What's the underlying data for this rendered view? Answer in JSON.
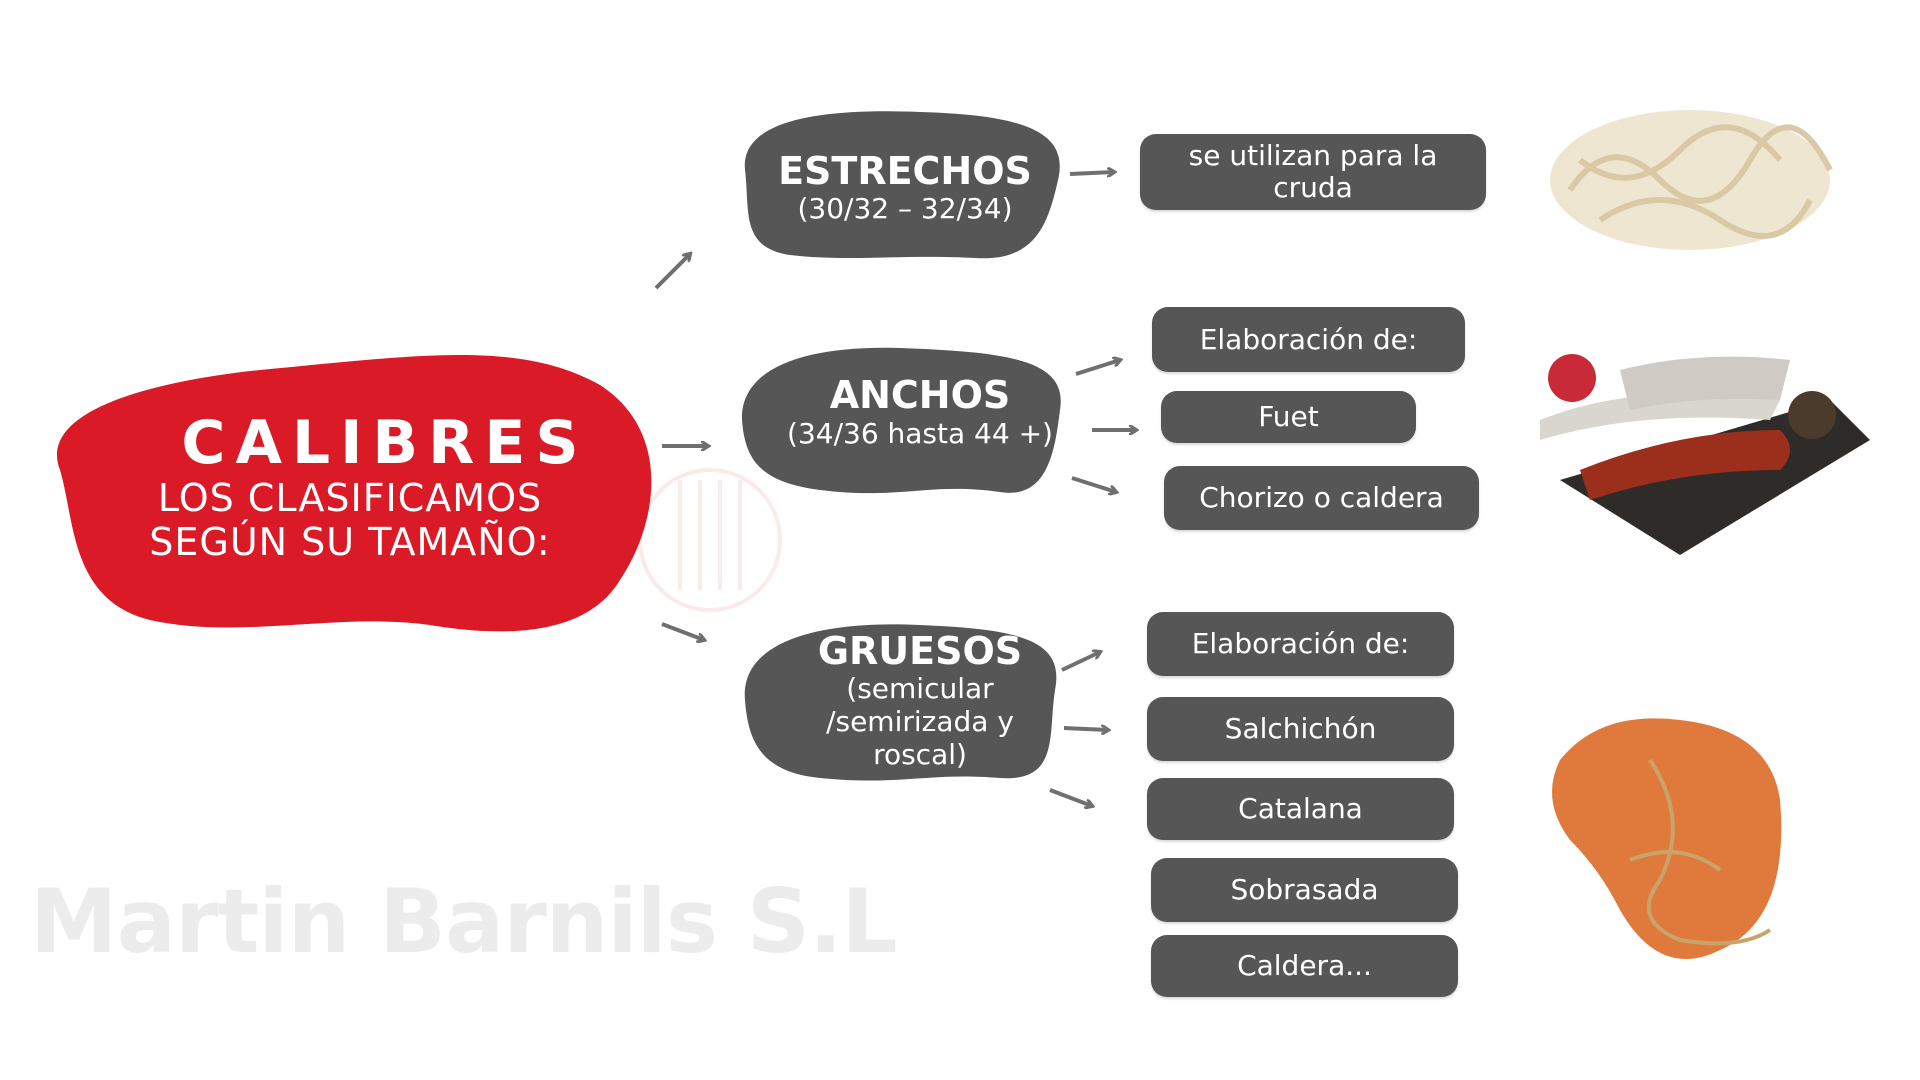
{
  "watermark": "Martin Barnils S.L",
  "main": {
    "title": "CALIBRES",
    "subtitle_line1": "LOS CLASIFICAMOS",
    "subtitle_line2": "SEGÚN SU TAMAÑO:",
    "color": "#db1a28"
  },
  "categories": [
    {
      "name": "ESTRECHOS",
      "detail": "(30/32 – 32/34)",
      "items": [
        "se utilizan para la cruda"
      ]
    },
    {
      "name": "ANCHOS",
      "detail": "(34/36 hasta 44 +)",
      "items": [
        "Elaboración de:",
        "Fuet",
        "Chorizo o caldera"
      ]
    },
    {
      "name": "GRUESOS",
      "detail_lines": [
        "(semicular",
        "/semirizada y",
        "roscal)"
      ],
      "items": [
        "Elaboración de:",
        "Salchichón",
        "Catalana",
        "Sobrasada",
        "Caldera..."
      ]
    }
  ],
  "box_color": "#565656",
  "images": [
    "raw-casing-photo",
    "cured-sausages-board-photo",
    "orange-sausage-photo"
  ]
}
